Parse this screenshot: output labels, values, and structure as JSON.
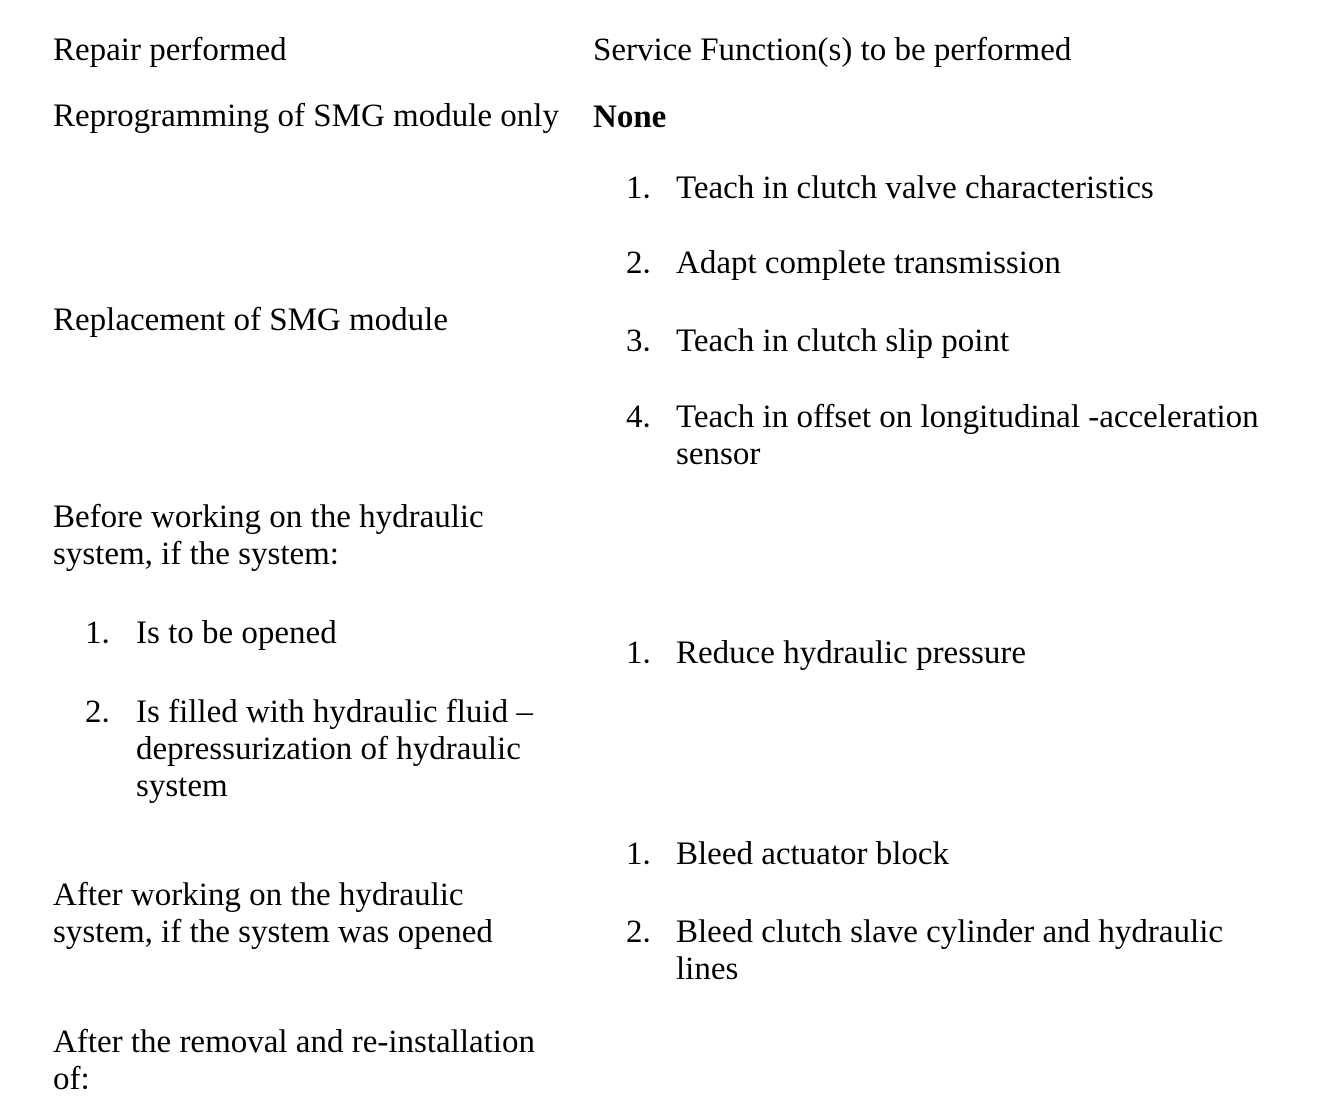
{
  "doc": {
    "background_color": "#ffffff",
    "text_color": "#000000",
    "headers": {
      "repair": "Repair performed",
      "service": "Service Function(s) to be performed"
    },
    "rows": [
      {
        "repair": {
          "lines": [
            "Reprogramming of SMG module only"
          ]
        },
        "service": {
          "none": "None"
        }
      },
      {
        "repair": {
          "lines": [
            "Replacement of SMG module"
          ]
        },
        "service": {
          "items": [
            {
              "number": "1.",
              "lines": [
                "Teach in clutch valve characteristics"
              ]
            },
            {
              "number": "2.",
              "lines": [
                "Adapt complete transmission"
              ]
            },
            {
              "number": "3.",
              "lines": [
                "Teach in clutch slip point"
              ]
            },
            {
              "number": "4.",
              "lines": [
                "Teach in offset on longitudinal -acceleration",
                "sensor"
              ]
            }
          ]
        }
      },
      {
        "repair": {
          "lines": [
            "Before working on the hydraulic",
            "system, if the system:"
          ],
          "items": [
            {
              "number": "1.",
              "lines": [
                "Is to be opened"
              ]
            },
            {
              "number": "2.",
              "lines": [
                "Is filled with hydraulic fluid –",
                "depressurization of hydraulic",
                "system"
              ]
            }
          ]
        },
        "service": {
          "items": [
            {
              "number": "1.",
              "lines": [
                "Reduce hydraulic pressure"
              ]
            }
          ]
        }
      },
      {
        "repair": {
          "lines": [
            "After working on the hydraulic",
            "system, if the system was opened"
          ]
        },
        "service": {
          "items": [
            {
              "number": "1.",
              "lines": [
                "Bleed actuator block"
              ]
            },
            {
              "number": "2.",
              "lines": [
                "Bleed clutch slave cylinder and hydraulic",
                "lines"
              ]
            }
          ]
        }
      },
      {
        "repair": {
          "lines": [
            "After the removal and re-installation",
            "of:"
          ]
        }
      }
    ]
  }
}
